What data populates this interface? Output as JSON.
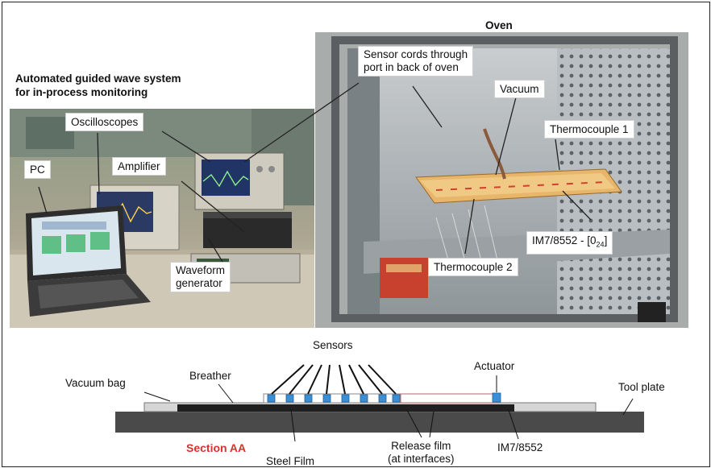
{
  "titles": {
    "oven": "Oven",
    "system_line1": "Automated guided wave system",
    "system_line2": "for in-process monitoring"
  },
  "left_photo_labels": {
    "oscilloscopes": "Oscilloscopes",
    "pc": "PC",
    "amplifier": "Amplifier",
    "waveform_line1": "Waveform",
    "waveform_line2": "generator"
  },
  "right_photo_labels": {
    "sensor_cords_line1": "Sensor cords through",
    "sensor_cords_line2": "port in back of oven",
    "vacuum": "Vacuum",
    "thermocouple1": "Thermocouple 1",
    "laminate_prefix": "IM7/8552 - [0",
    "laminate_sub": "24",
    "laminate_suffix": "]",
    "thermocouple2": "Thermocouple 2"
  },
  "diagram_labels": {
    "sensors": "Sensors",
    "actuator": "Actuator",
    "vacuum_bag": "Vacuum bag",
    "breather": "Breather",
    "tool_plate": "Tool plate",
    "section": "Section AA",
    "steel_film": "Steel Film",
    "release_line1": "Release film",
    "release_line2": "(at interfaces)",
    "im7": "IM7/8552"
  },
  "colors": {
    "section_label": "#d9322c",
    "sensor_blue": "#3b8fd6",
    "tool_plate": "#4a4a4a",
    "laminate": "#1f1f1f"
  }
}
